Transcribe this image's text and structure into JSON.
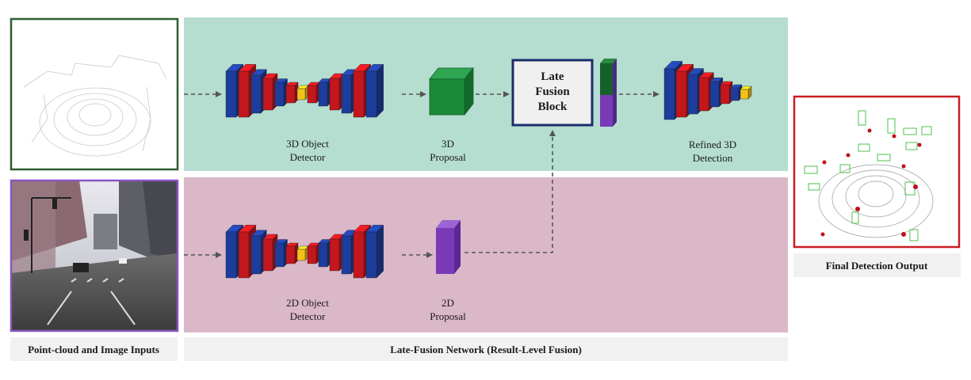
{
  "labels": {
    "inputs_caption": "Point-cloud and Image Inputs",
    "network_caption": "Late-Fusion Network (Result-Level Fusion)",
    "output_caption": "Final Detection Output",
    "detector_3d": [
      "3D Object",
      "Detector"
    ],
    "proposal_3d": [
      "3D",
      "Proposal"
    ],
    "fusion_block": [
      "Late",
      "Fusion",
      "Block"
    ],
    "refined": [
      "Refined 3D",
      "Detection"
    ],
    "detector_2d": [
      "2D Object",
      "Detector"
    ],
    "proposal_2d": [
      "2D",
      "Proposal"
    ]
  },
  "colors": {
    "top_band": "#b5ddd0",
    "bottom_band": "#dab8c8",
    "caption_bg": "#f1f1f1",
    "block_blue": "#1d3d9c",
    "block_red": "#c4161d",
    "block_yellow": "#f2c21a",
    "proposal_3d": "#1b8a38",
    "proposal_2d": "#7a3ab8",
    "pointcloud_frame": "#2f5d2f",
    "image_frame": "#8a55c2",
    "output_frame": "#c81d23",
    "fusion_border": "#1c2d6b",
    "arrow": "#555555"
  },
  "icons": [
    "pointcloud-image",
    "street-camera-image",
    "detection-output-image"
  ]
}
